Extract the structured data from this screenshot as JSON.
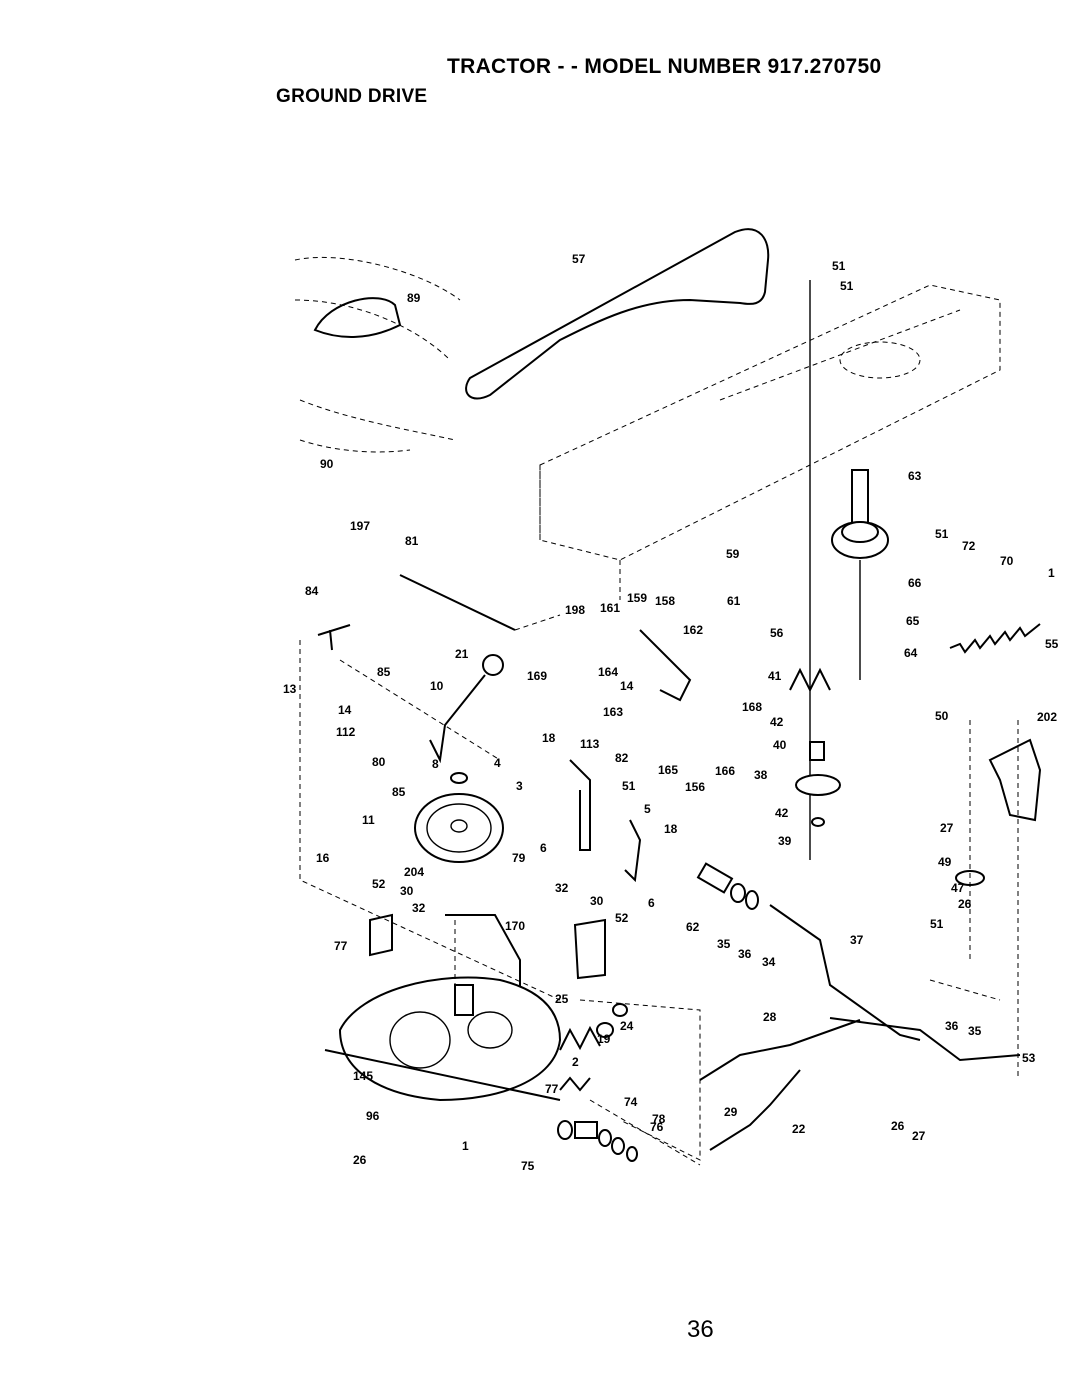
{
  "header": {
    "title": "TRACTOR - - MODEL NUMBER 917.270750",
    "subtitle": "GROUND DRIVE"
  },
  "page_number": "36",
  "labels": [
    "57",
    "51",
    "51",
    "89",
    "90",
    "63",
    "51",
    "72",
    "70",
    "1",
    "197",
    "81",
    "84",
    "198",
    "161",
    "159",
    "158",
    "162",
    "61",
    "59",
    "66",
    "65",
    "55",
    "56",
    "64",
    "21",
    "169",
    "85",
    "164",
    "14",
    "13",
    "14",
    "112",
    "80",
    "10",
    "8",
    "163",
    "168",
    "41",
    "42",
    "50",
    "202",
    "40",
    "4",
    "3",
    "18",
    "113",
    "82",
    "165",
    "166",
    "156",
    "38",
    "85",
    "11",
    "51",
    "5",
    "18",
    "42",
    "27",
    "6",
    "39",
    "16",
    "79",
    "204",
    "52",
    "30",
    "32",
    "6",
    "62",
    "35",
    "36",
    "34",
    "49",
    "47",
    "26",
    "51",
    "32",
    "30",
    "52",
    "170",
    "37",
    "77",
    "25",
    "19",
    "24",
    "28",
    "36",
    "35",
    "53",
    "2",
    "145",
    "77",
    "96",
    "74",
    "29",
    "78",
    "76",
    "22",
    "26",
    "27",
    "75",
    "26",
    "1"
  ],
  "colors": {
    "ink": "#000000",
    "paper": "#ffffff"
  }
}
